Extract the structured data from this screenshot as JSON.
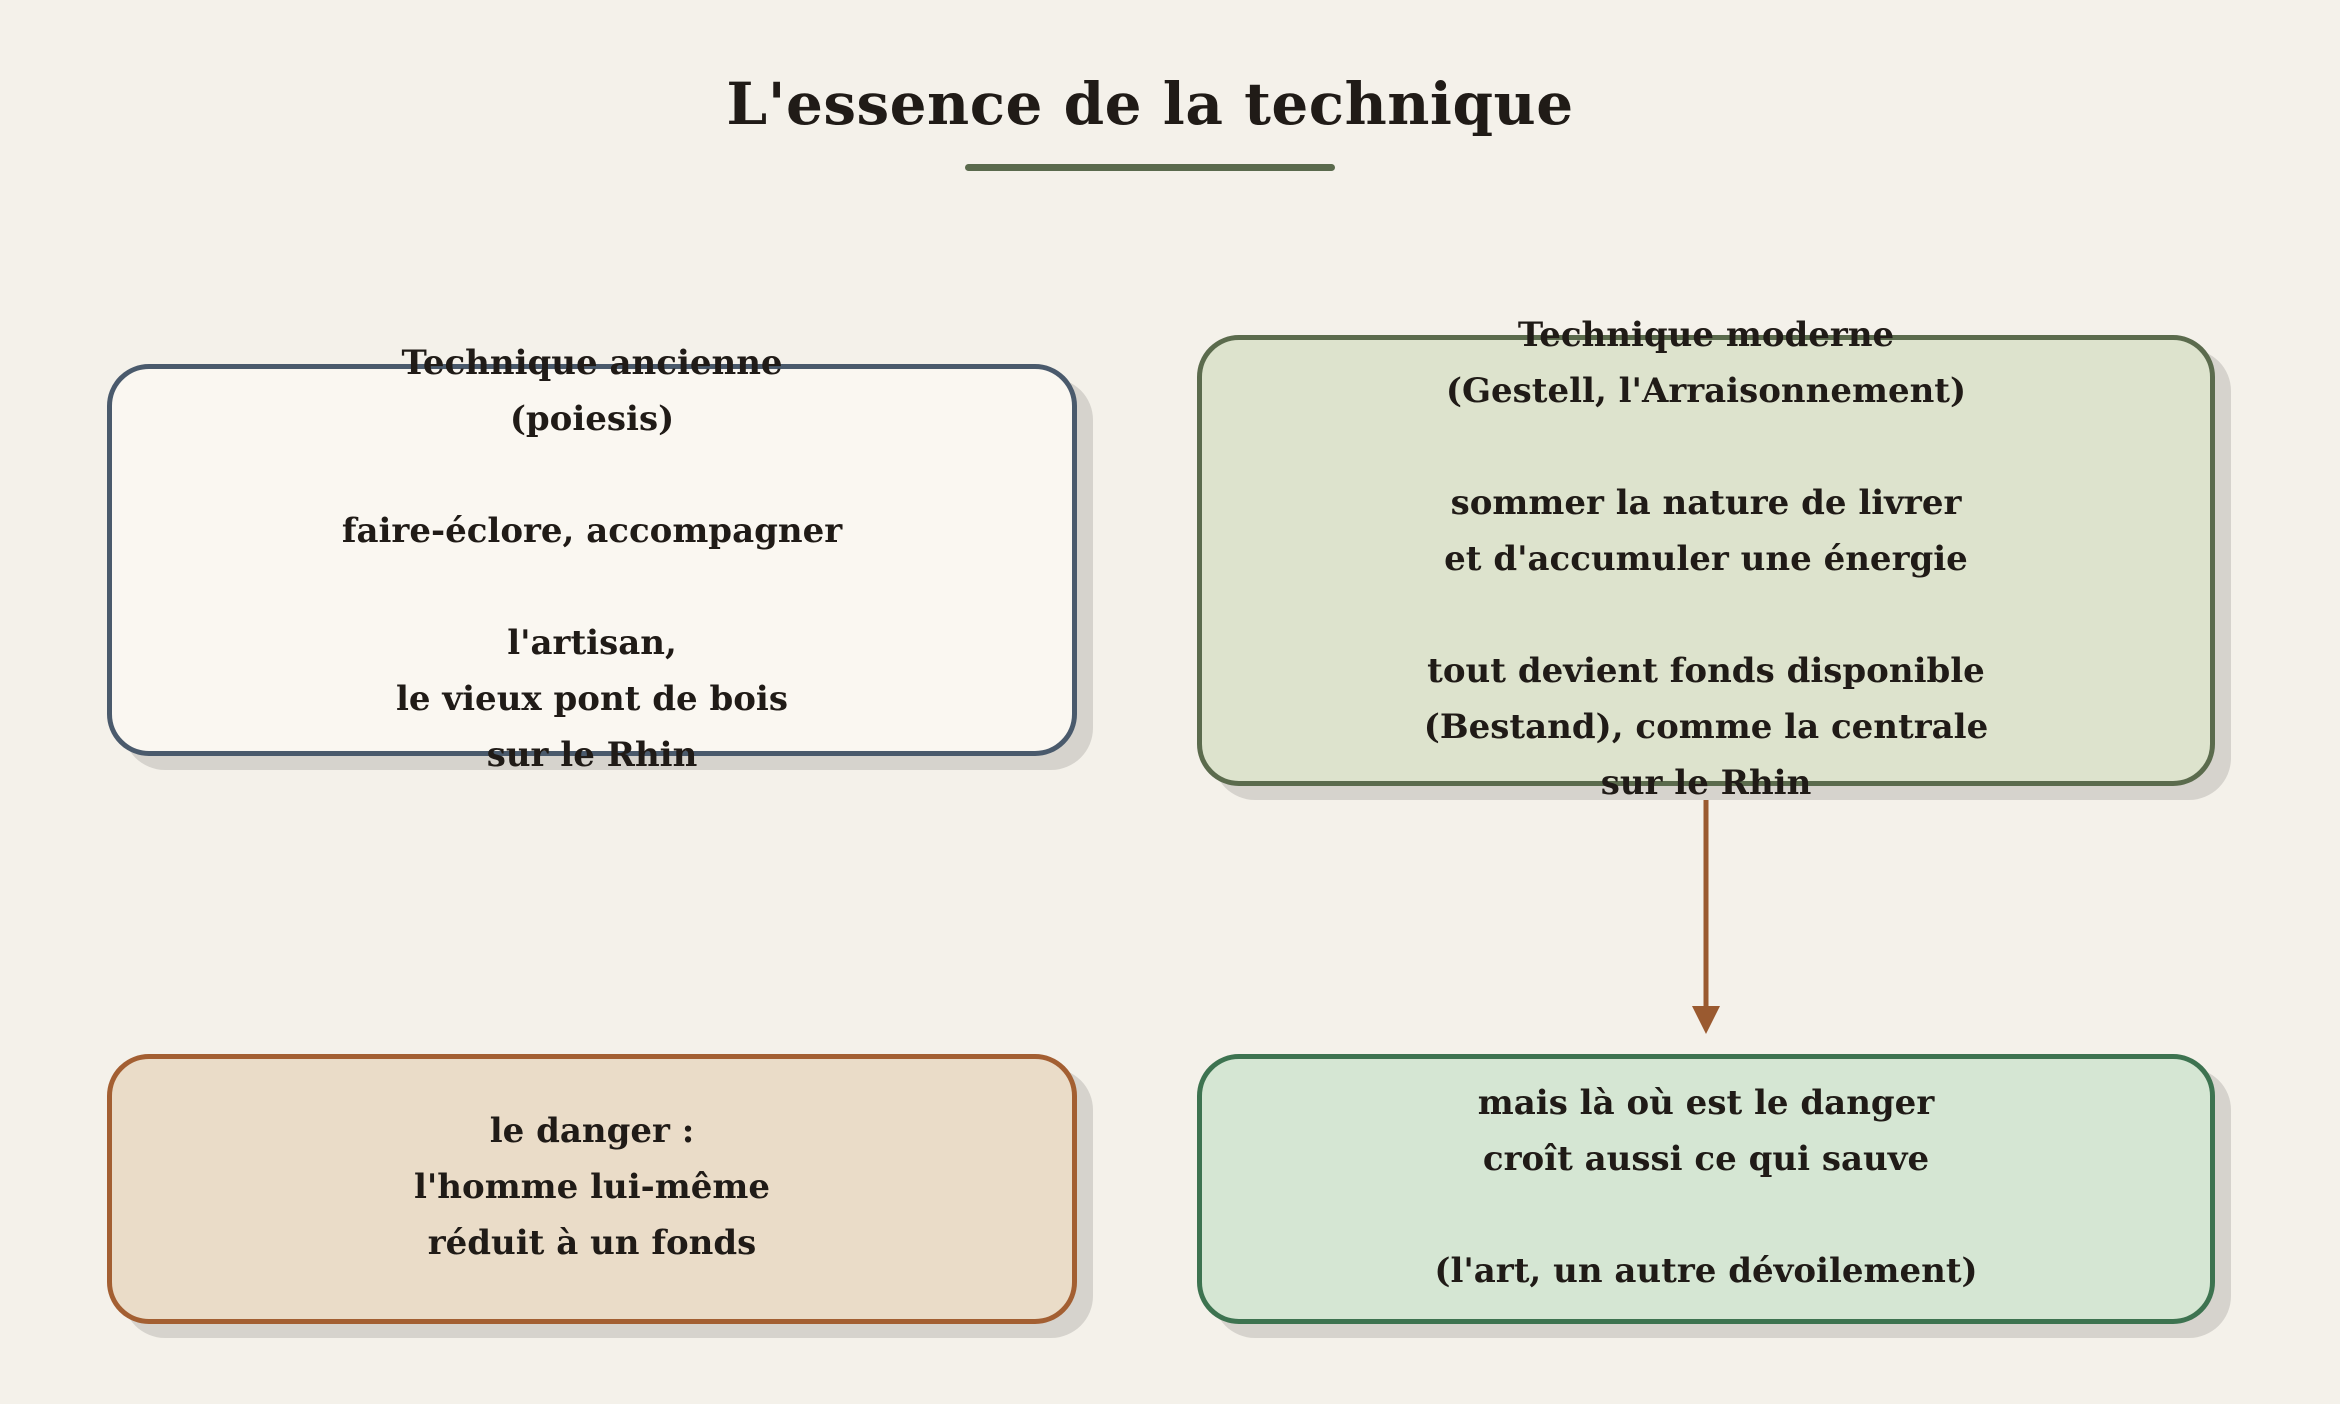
{
  "title": "L'essence de la technique",
  "colors": {
    "background": "#f4f1ea",
    "accent": "#5a6a4d",
    "ancient_border": "#4a5a6c",
    "modern_border": "#5b6b4d",
    "danger_border": "#a35f32",
    "saves_border": "#3d7350",
    "arrow": "#9a5a30"
  },
  "nodes": {
    "ancient": {
      "lines": [
        "Technique ancienne",
        "(poiesis)",
        "",
        "faire-éclore, accompagner",
        "",
        "l'artisan,",
        "le vieux pont de bois",
        "sur le Rhin"
      ]
    },
    "modern": {
      "lines": [
        "Technique moderne",
        "(Gestell, l'Arraisonnement)",
        "",
        "sommer la nature de livrer",
        "et d'accumuler une énergie",
        "",
        "tout devient fonds disponible",
        "(Bestand), comme la centrale",
        "sur le Rhin"
      ]
    },
    "danger": {
      "lines": [
        "le danger :",
        "l'homme lui-même",
        "réduit à un fonds"
      ]
    },
    "saves": {
      "lines": [
        "mais là où est le danger",
        "croît aussi ce qui sauve",
        "",
        "(l'art, un autre dévoilement)"
      ]
    }
  },
  "edges": [
    {
      "from": "modern",
      "to": "saves"
    }
  ]
}
